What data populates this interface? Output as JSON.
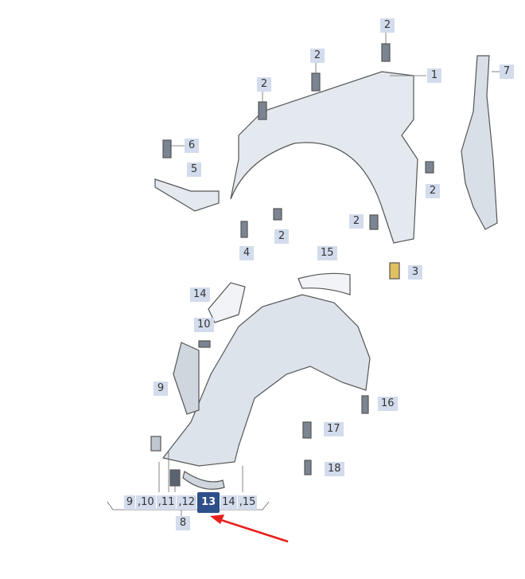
{
  "callouts": {
    "c1": "1",
    "c2a": "2",
    "c2b": "2",
    "c2c": "2",
    "c2d": "2",
    "c2e": "2",
    "c2f": "2",
    "c3": "3",
    "c4": "4",
    "c5": "5",
    "c6": "6",
    "c7": "7",
    "c9": "9",
    "c10": "10",
    "c14": "14",
    "c15": "15",
    "c16": "16",
    "c17": "17",
    "c18": "18"
  },
  "bottom_group": {
    "items": [
      "9",
      ",10",
      ",11",
      ",12",
      "13",
      "14",
      ",15"
    ],
    "group_label": "8",
    "selected": "13"
  },
  "colors": {
    "label_bg": "#d3dcec",
    "selected_bg": "#2f4f8a",
    "arrow": "#e8201a"
  }
}
